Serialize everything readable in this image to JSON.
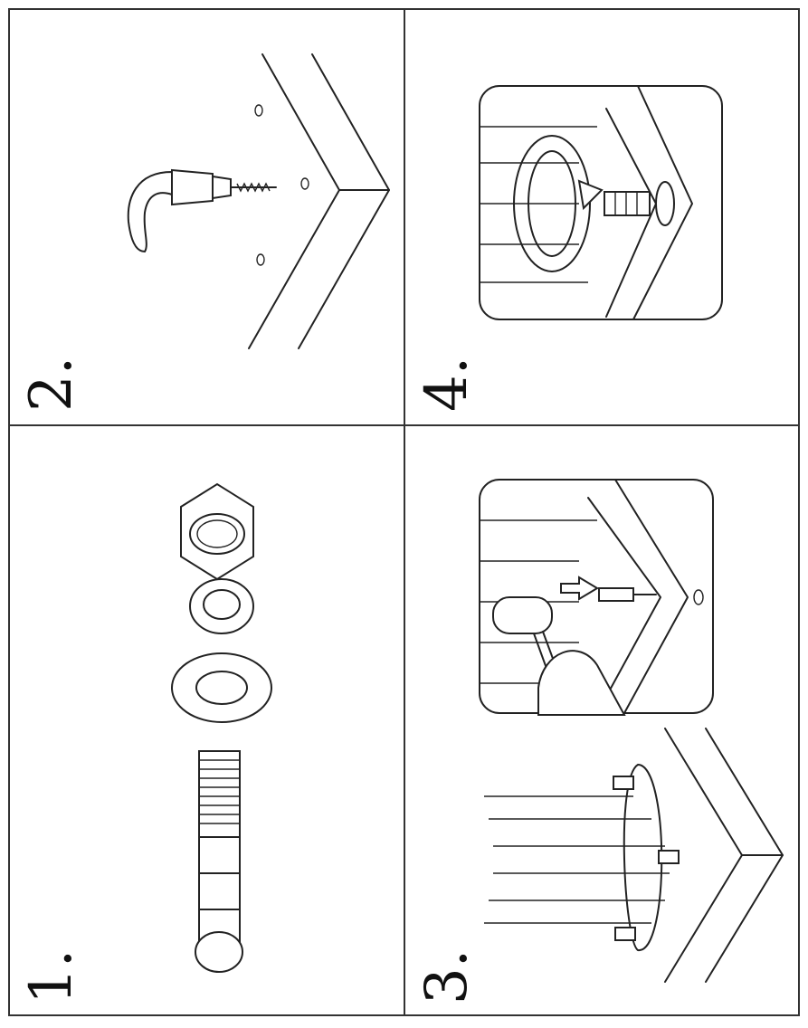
{
  "steps": [
    {
      "number": "1.",
      "content": "anchor-bolt-parts"
    },
    {
      "number": "2.",
      "content": "drill-holes"
    },
    {
      "number": "3.",
      "content": "insert-anchors"
    },
    {
      "number": "4.",
      "content": "tighten-nuts"
    }
  ],
  "colors": {
    "line": "#222222",
    "background": "#ffffff"
  }
}
